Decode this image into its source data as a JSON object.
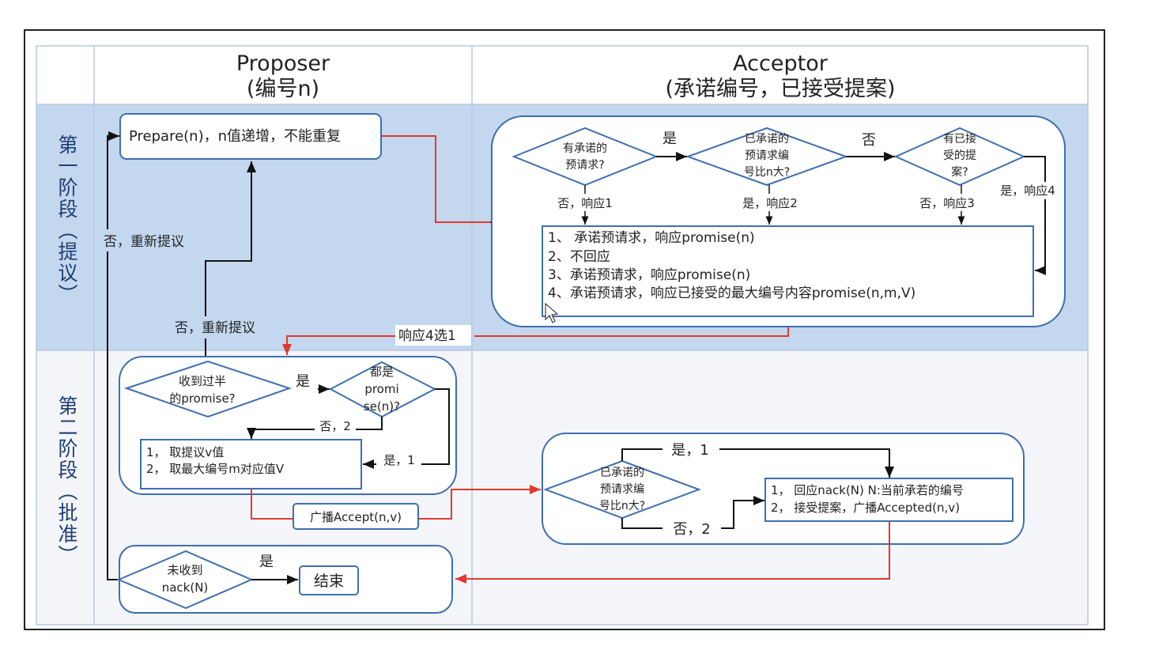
{
  "header": {
    "proposer_title": "Proposer",
    "proposer_sub": "(编号n)",
    "acceptor_title": "Acceptor",
    "acceptor_sub": "(承诺编号，已接受提案)"
  },
  "rows": {
    "phase1": "第一阶段（提议）",
    "phase2": "第二阶段（批准）"
  },
  "phase1": {
    "prepare": "Prepare(n)，n值递增，不能重复",
    "retry_label_1": "否，重新提议",
    "retry_label_2": "否，重新提议",
    "response_choice": "响应4选1",
    "d1": [
      "有承诺的",
      "预请求?"
    ],
    "d2": [
      "已承诺的",
      "预请求编",
      "号比n大?"
    ],
    "d3": [
      "有已接",
      "受的提",
      "案?"
    ],
    "yes": "是",
    "no": "否",
    "r1": "否，响应1",
    "r2": "是，响应2",
    "r3": "否，响应3",
    "r4": "是，响应4",
    "responses": [
      "1、 承诺预请求，响应promise(n)",
      "2、不回应",
      "3、承诺预请求，响应promise(n)",
      "4、承诺预请求，响应已接受的最大编号内容promise(n,m,V)"
    ]
  },
  "phase2": {
    "d4": [
      "收到过半",
      "的promise?"
    ],
    "yes": "是",
    "d5": [
      "都是",
      "promi",
      "se(n)?"
    ],
    "no2": "否，2",
    "yes1": "是，1",
    "choose": [
      "1， 取提议v值",
      "2， 取最大编号m对应值V"
    ],
    "broadcast": "广播Accept(n,v)",
    "d6": [
      "已承诺的",
      "预请求编",
      "号比n大?"
    ],
    "a_yes1": "是，1",
    "a_no2": "否，2",
    "accept_actions": [
      "1， 回应nack(N) N:当前承若的编号",
      "2， 接受提案，广播Accepted(n,v)"
    ],
    "d7": [
      "未收到",
      "nack(N)"
    ],
    "end_yes": "是",
    "end": "结束"
  },
  "colors": {
    "phase1_band": "#c3d7ef",
    "phase2_band": "#f3f5f9",
    "shape_stroke": "#3e6fae",
    "red_line": "#e03a2f",
    "black_line": "#111111"
  }
}
